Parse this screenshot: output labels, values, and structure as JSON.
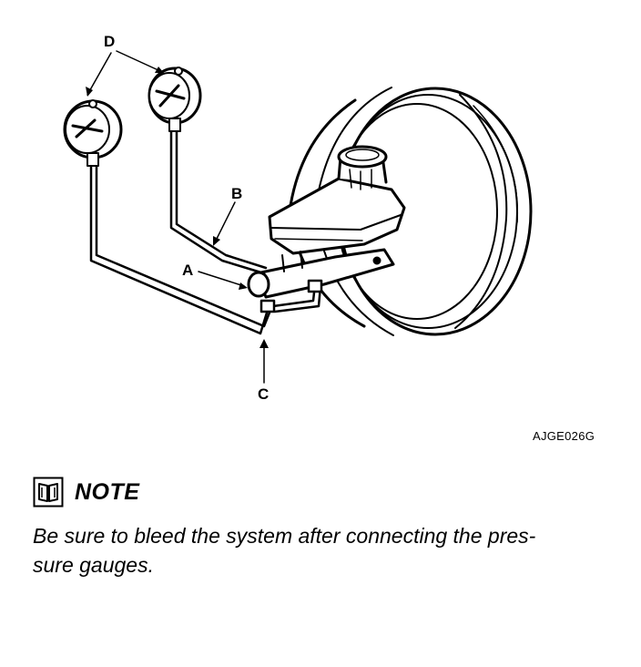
{
  "diagram": {
    "callouts": {
      "a": "A",
      "b": "B",
      "c": "C",
      "d": "D"
    },
    "figure_code": "AJGE026G"
  },
  "note": {
    "icon": "book-icon",
    "title": "NOTE",
    "body_line_1": "Be sure to bleed the system after connecting the pres-",
    "body_line_2": "sure gauges."
  }
}
